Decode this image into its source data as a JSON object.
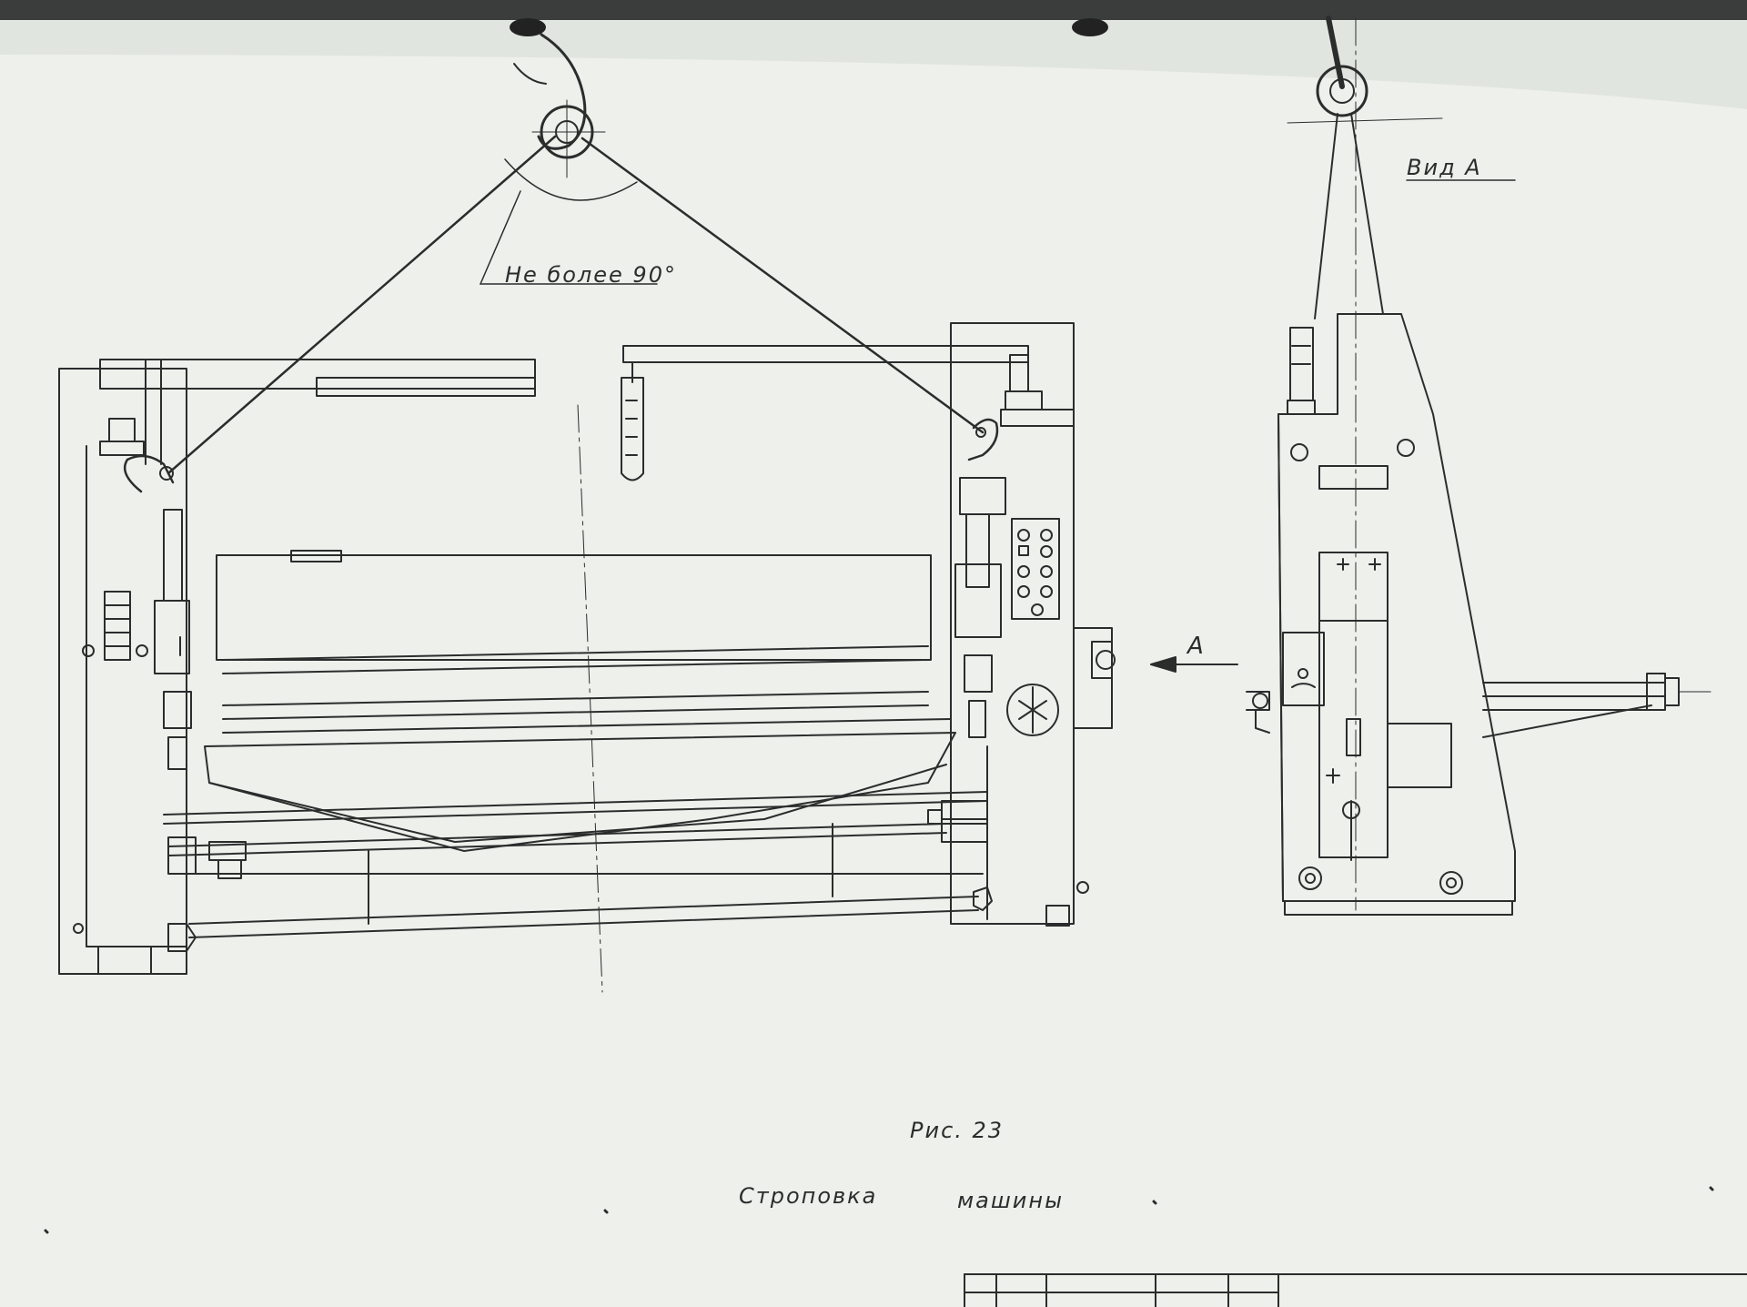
{
  "drawing": {
    "angle_note": "Не более 90°",
    "side_view_title": "Вид А",
    "view_arrow_label": "А",
    "figure_number": "Рис. 23",
    "caption_word_1": "Строповка",
    "caption_word_2": "машины"
  },
  "colors": {
    "paper": "#edf0eb",
    "ink": "#2a2d2c",
    "top_shadow": "#3a3d3b"
  }
}
